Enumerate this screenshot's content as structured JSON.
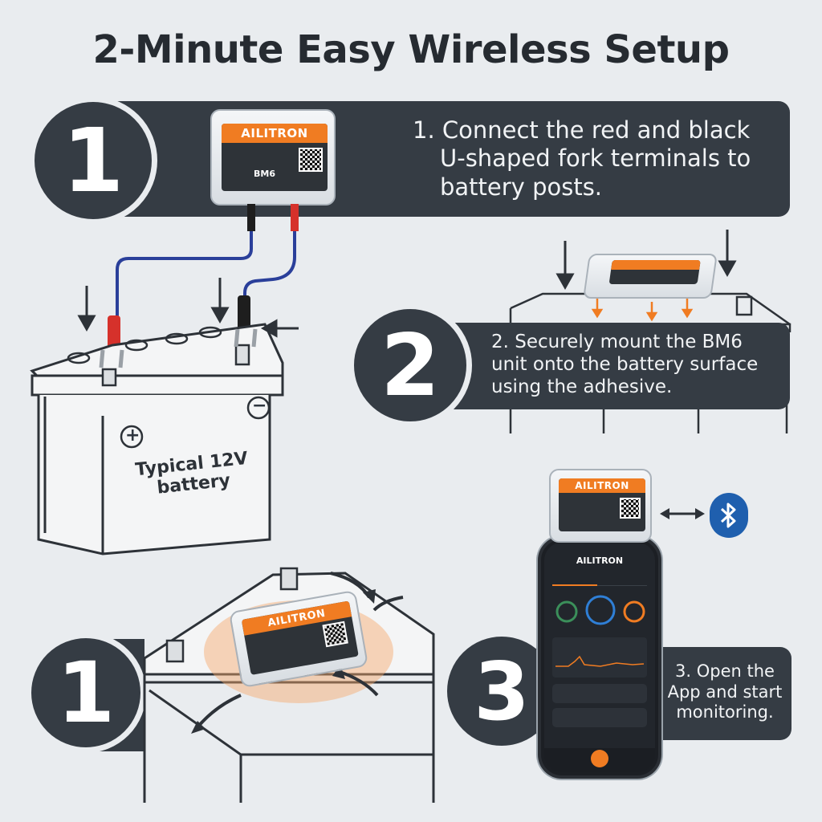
{
  "title": "2-Minute Easy Wireless Setup",
  "steps": [
    {
      "number": "1",
      "text_lines": [
        "1. Connect the red and black",
        "U-shaped fork terminals to",
        "battery posts."
      ]
    },
    {
      "number": "2",
      "text_lines": [
        "2. Securely mount the BM6",
        "unit onto the battery surface",
        "using the adhesive."
      ]
    },
    {
      "number": "1"
    },
    {
      "number": "3",
      "text_lines": [
        "3. Open the",
        "App and start",
        "monitoring."
      ]
    }
  ],
  "device": {
    "brand": "AILITRON",
    "model": "BM6"
  },
  "battery": {
    "label_lines": [
      "Typical 12V",
      "battery"
    ],
    "plus": "+",
    "minus": "−"
  },
  "app": {
    "name": "AILITRON"
  },
  "icons": {
    "bluetooth": "bluetooth-icon",
    "arrows": "double-arrow-icon"
  },
  "colors": {
    "banner": "#353c44",
    "accent": "#f07c22",
    "background": "#e9ecef",
    "bluetooth": "#1f5fae",
    "red_lead": "#d6312b"
  }
}
